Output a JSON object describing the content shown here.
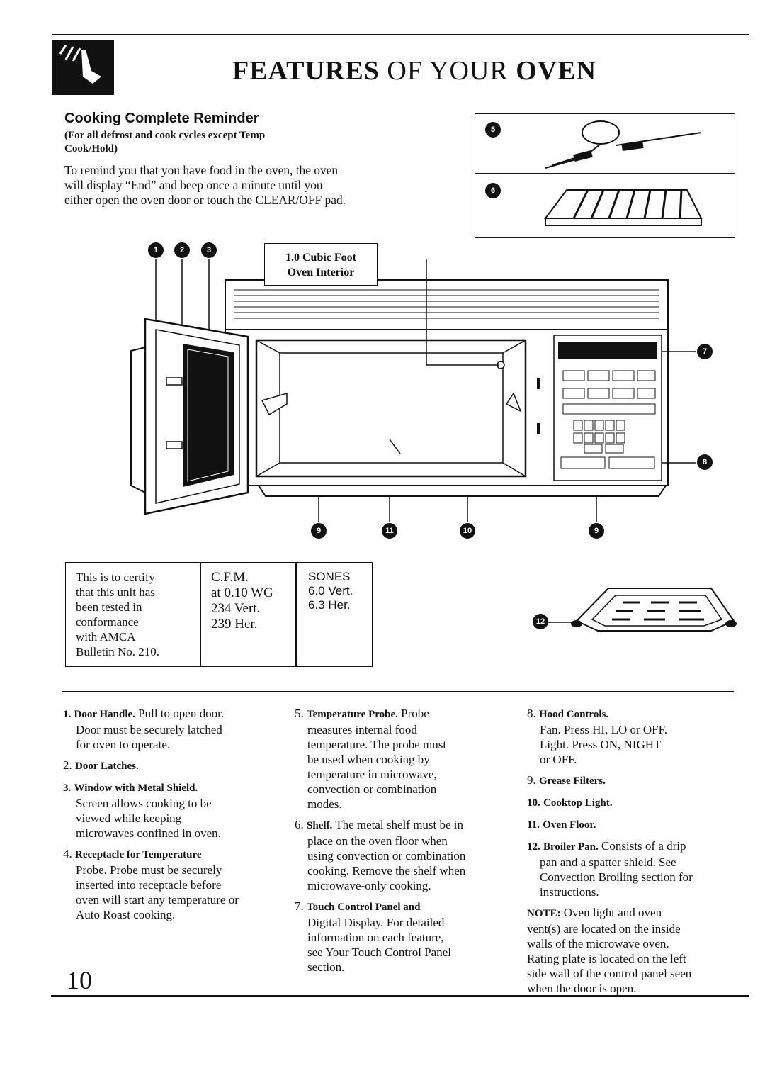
{
  "header": {
    "title_bold_1": "FEATURES",
    "title_mid": " OF YOUR ",
    "title_bold_2": "OVEN"
  },
  "reminder": {
    "heading": "Cooking Complete Reminder",
    "note_line1": "(For all defrost and cook cycles except Temp",
    "note_line2": "Cook/Hold)",
    "body_line1": "To remind you that you have food in the oven, the oven",
    "body_line2": "will display “End” and beep once a minute until you",
    "body_line3": "either open the oven door or touch the CLEAR/OFF pad."
  },
  "diagram": {
    "capacity_line1": "1.0 Cubic Foot",
    "capacity_line2": "Oven Interior",
    "callouts": [
      "1",
      "2",
      "3",
      "5",
      "6",
      "7",
      "8",
      "9",
      "11",
      "10",
      "9",
      "12"
    ]
  },
  "certificate": {
    "col1": [
      "This is to certify",
      "that this unit has",
      "been tested in",
      "conformance",
      "with AMCA",
      "Bulletin No. 210."
    ],
    "col2": [
      "C.F.M.",
      "at 0.10 WG",
      "234 Vert.",
      "239 Her."
    ],
    "col3": [
      "SONES",
      "6.0 Vert.",
      "6.3 Her."
    ]
  },
  "features": {
    "col1": [
      {
        "n": "1.",
        "title": "Door Handle.",
        "text": [
          "Pull to open door.",
          "Door must be securely latched",
          "for oven to operate."
        ]
      },
      {
        "n": "2.",
        "title": "Door Latches.",
        "text": []
      },
      {
        "n": "3.",
        "title": "Window with Metal Shield.",
        "text": [
          "Screen allows cooking to be",
          "viewed while keeping",
          "microwaves confined in oven."
        ]
      },
      {
        "n": "4.",
        "title": "Receptacle for Temperature",
        "text": [
          "Probe. Probe must be securely",
          "inserted into receptacle before",
          "oven will start any temperature or",
          "Auto Roast cooking."
        ]
      }
    ],
    "col2": [
      {
        "n": "5.",
        "title": "Temperature Probe.",
        "text": [
          "Probe",
          "measures internal food",
          "temperature. The probe must",
          "be used when cooking by",
          "temperature in microwave,",
          "convection or combination",
          "modes."
        ]
      },
      {
        "n": "6.",
        "title": "Shelf.",
        "text": [
          "The metal shelf must be in",
          "place on the oven floor when",
          "using convection or combination",
          "cooking. Remove the shelf when",
          "microwave-only cooking."
        ]
      },
      {
        "n": "7.",
        "title": "Touch Control Panel and",
        "text": [
          "Digital Display. For detailed",
          "information on each feature,",
          "see Your Touch Control Panel",
          "section."
        ]
      }
    ],
    "col3": [
      {
        "n": "8.",
        "title": "Hood Controls.",
        "text": [
          "Fan. Press HI, LO or OFF.",
          "Light. Press ON, NIGHT",
          "or OFF."
        ]
      },
      {
        "n": "9.",
        "title": "Grease Filters.",
        "text": []
      },
      {
        "n": "10.",
        "title": "Cooktop Light.",
        "text": []
      },
      {
        "n": "11.",
        "title": "Oven Floor.",
        "text": []
      },
      {
        "n": "12.",
        "title": "Broiler Pan.",
        "text": [
          "Consists of a drip",
          "pan and a spatter shield. See",
          "Convection Broiling section for",
          "instructions."
        ]
      }
    ],
    "note_label": "NOTE:",
    "note_text": [
      "Oven light and oven",
      "vent(s) are located on the inside",
      "walls of the microwave oven.",
      "Rating plate is located on the left",
      "side wall of the control panel seen",
      "when the door is open."
    ]
  },
  "page_number": "10"
}
